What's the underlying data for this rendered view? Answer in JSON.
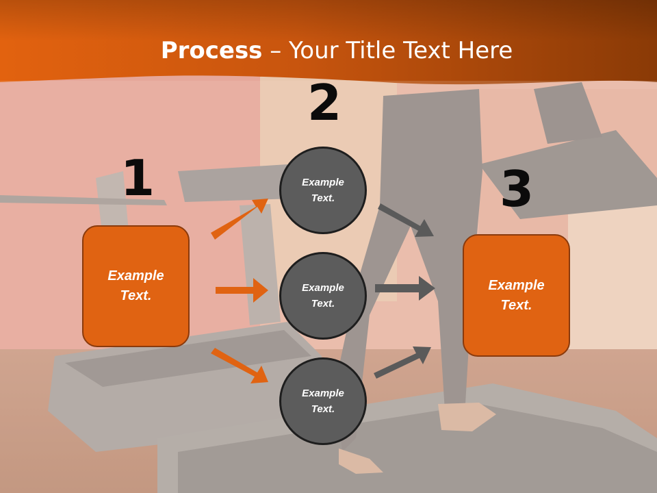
{
  "title": {
    "strong": "Process",
    "rest": " – Your Title Text Here"
  },
  "steps": {
    "one": {
      "number": "1",
      "label_line1": "Example",
      "label_line2": "Text."
    },
    "two": {
      "number": "2",
      "circles": [
        {
          "line1": "Example",
          "line2": "Text."
        },
        {
          "line1": "Example",
          "line2": "Text."
        },
        {
          "line1": "Example",
          "line2": "Text."
        }
      ]
    },
    "three": {
      "number": "3",
      "label_line1": "Example",
      "label_line2": "Text."
    }
  },
  "colors": {
    "accent_orange": "#e06312",
    "circle_gray": "#5c5c5c",
    "arrow_gray": "#5a5a5a",
    "header_orange": "#c8550e"
  }
}
